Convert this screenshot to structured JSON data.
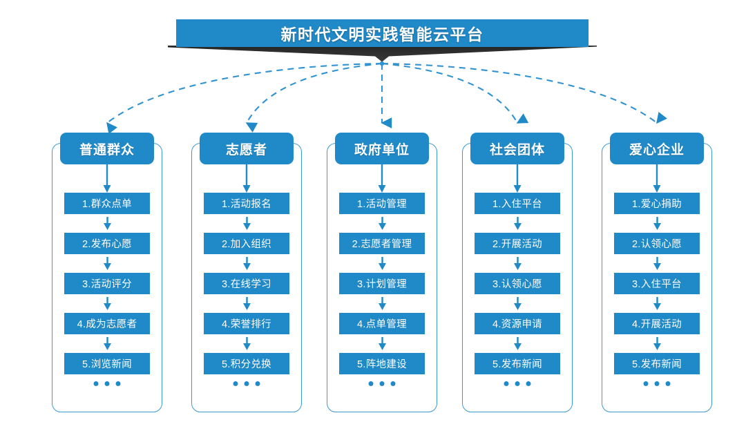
{
  "banner": {
    "title": "新时代文明实践智能云平台",
    "bg_color": "#2089c8",
    "shadow_color": "#2f2f2f"
  },
  "theme": {
    "blue": "#2089c8",
    "border_blue": "#3a9ad0",
    "dashed_blue": "#2f93d1",
    "arrow_blue": "#2089c8",
    "text_white": "#ffffff",
    "page_bg": "#ffffff"
  },
  "diagram": {
    "type": "flow-hierarchy",
    "root": "新时代文明实践智能云平台",
    "connector_style": "dashed-curved-arrow",
    "ellipsis_glyph": "• • •",
    "columns": [
      {
        "id": "col-general-public",
        "header": "普通群众",
        "steps": [
          "1.群众点单",
          "2.发布心愿",
          "3.活动评分",
          "4.成为志愿者",
          "5.浏览新闻"
        ],
        "more": "..."
      },
      {
        "id": "col-volunteer",
        "header": "志愿者",
        "steps": [
          "1.活动报名",
          "2.加入组织",
          "3.在线学习",
          "4.荣誉排行",
          "5.积分兑换"
        ],
        "more": "..."
      },
      {
        "id": "col-government-unit",
        "header": "政府单位",
        "steps": [
          "1.活动管理",
          "2.志愿者管理",
          "3.计划管理",
          "4.点单管理",
          "5.阵地建设"
        ],
        "more": "..."
      },
      {
        "id": "col-social-group",
        "header": "社会团体",
        "steps": [
          "1.入住平台",
          "2.开展活动",
          "3.认领心愿",
          "4.资源申请",
          "5.发布新闻"
        ],
        "more": "..."
      },
      {
        "id": "col-charity-enterprise",
        "header": "爱心企业",
        "steps": [
          "1.爱心捐助",
          "2.认领心愿",
          "3.入住平台",
          "4.开展活动",
          "5.发布新闻"
        ],
        "more": "..."
      }
    ]
  }
}
